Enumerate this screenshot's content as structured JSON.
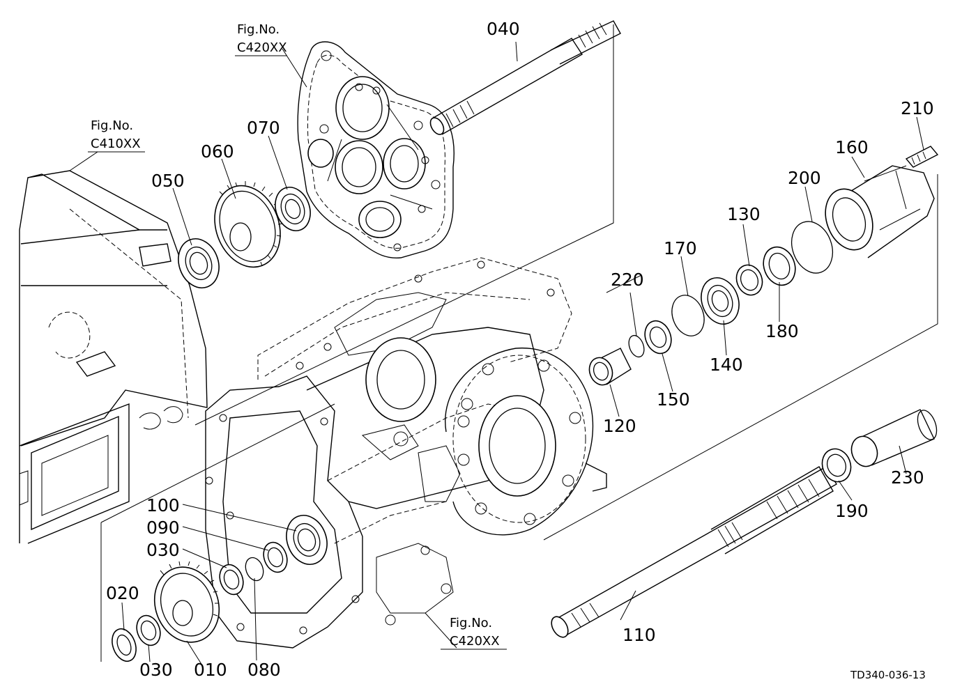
{
  "figure_refs": [
    {
      "id": "top",
      "line1": "Fig.No.",
      "line2": "C420XX"
    },
    {
      "id": "left",
      "line1": "Fig.No.",
      "line2": "C410XX"
    },
    {
      "id": "bottom",
      "line1": "Fig.No.",
      "line2": "C420XX"
    }
  ],
  "parts": [
    {
      "id": "p010",
      "label": "010"
    },
    {
      "id": "p020",
      "label": "020"
    },
    {
      "id": "p030a",
      "label": "030"
    },
    {
      "id": "p030b",
      "label": "030"
    },
    {
      "id": "p040",
      "label": "040"
    },
    {
      "id": "p050",
      "label": "050"
    },
    {
      "id": "p060",
      "label": "060"
    },
    {
      "id": "p070",
      "label": "070"
    },
    {
      "id": "p080",
      "label": "080"
    },
    {
      "id": "p090",
      "label": "090"
    },
    {
      "id": "p100",
      "label": "100"
    },
    {
      "id": "p110",
      "label": "110"
    },
    {
      "id": "p120",
      "label": "120"
    },
    {
      "id": "p130",
      "label": "130"
    },
    {
      "id": "p140",
      "label": "140"
    },
    {
      "id": "p150",
      "label": "150"
    },
    {
      "id": "p160",
      "label": "160"
    },
    {
      "id": "p170",
      "label": "170"
    },
    {
      "id": "p180",
      "label": "180"
    },
    {
      "id": "p190",
      "label": "190"
    },
    {
      "id": "p200",
      "label": "200"
    },
    {
      "id": "p210",
      "label": "210"
    },
    {
      "id": "p220",
      "label": "220"
    },
    {
      "id": "p230",
      "label": "230"
    }
  ],
  "drawing_code": "TD340-036-13"
}
